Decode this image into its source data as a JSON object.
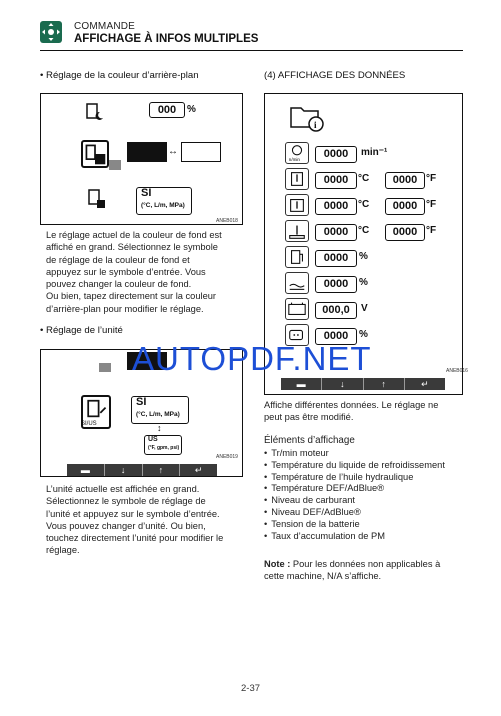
{
  "header": {
    "subtitle": "COMMANDE",
    "title": "AFFICHAGE À INFOS MULTIPLES"
  },
  "left": {
    "bg_section": {
      "title": "• Réglage de la couleur d’arrière-plan",
      "percent_value": "000",
      "percent_unit": "%",
      "unit_value": "SI",
      "unit_sub": "(°C, L/m, MPa)",
      "figure_tag": "ANEB018",
      "paragraph": [
        "Le réglage actuel de la couleur de fond est",
        "affiché en grand. Sélectionnez le symbole",
        "de réglage de la couleur de fond et",
        "appuyez sur le symbole d’entrée. Vous",
        "pouvez changer la couleur de fond.",
        "Ou bien, tapez directement sur la couleur",
        "d’arrière-plan pour modifier le réglage."
      ]
    },
    "unit_section": {
      "title": "• Réglage de l’unité",
      "unit_value": "SI",
      "unit_sub": "(°C, L/m, MPa)",
      "alt_value": "US",
      "alt_sub": "(°F, gpm, psi)",
      "icon_label": "SI/US",
      "figure_tag": "ANEB019",
      "paragraph": [
        "L’unité actuelle est affichée en grand.",
        "Sélectionnez le symbole de réglage de",
        "l’unité et appuyez sur le symbole d’entrée.",
        "Vous pouvez changer d’unité. Ou bien,",
        "touchez directement l’unité pour modifier le",
        "réglage."
      ]
    }
  },
  "right": {
    "title": "(4) AFFICHAGE DES DONNÉES",
    "rows": [
      {
        "icon": "rpm-icon",
        "icon_label": "n/min",
        "value": "0000",
        "unit": "min⁻¹"
      },
      {
        "icon": "coolant-temp-icon",
        "value": "0000",
        "unit": "°C",
        "value2": "0000",
        "unit2": "°F"
      },
      {
        "icon": "hydraulic-temp-icon",
        "value": "0000",
        "unit": "°C",
        "value2": "0000",
        "unit2": "°F"
      },
      {
        "icon": "def-temp-icon",
        "value": "0000",
        "unit": "°C",
        "value2": "0000",
        "unit2": "°F"
      },
      {
        "icon": "fuel-level-icon",
        "value": "0000",
        "unit": "%"
      },
      {
        "icon": "def-level-icon",
        "value": "0000",
        "unit": "%"
      },
      {
        "icon": "battery-icon",
        "value": "000,0",
        "unit": "V"
      },
      {
        "icon": "pm-accumulation-icon",
        "value": "0000",
        "unit": "%"
      }
    ],
    "figure_tag": "ANEB016",
    "caption": [
      "Affiche différentes données. Le réglage ne",
      "peut pas être modifié."
    ],
    "elements_title": "Éléments d’affichage",
    "elements": [
      "Tr/min moteur",
      "Température du liquide de refroidissement",
      "Température de l’huile hydraulique",
      "Température DEF/AdBlue®",
      "Niveau de carburant",
      "Niveau DEF/AdBlue®",
      "Tension de la batterie",
      "Taux d’accumulation de PM"
    ],
    "note_label": "Note :",
    "note_text": " Pour les données non applicables à",
    "note_text2": "cette machine, N/A s’affiche."
  },
  "softkeys": [
    "▬",
    "↓",
    "↑",
    "↵"
  ],
  "watermark": "AUTOPDF.NET",
  "page_number": "2-37"
}
